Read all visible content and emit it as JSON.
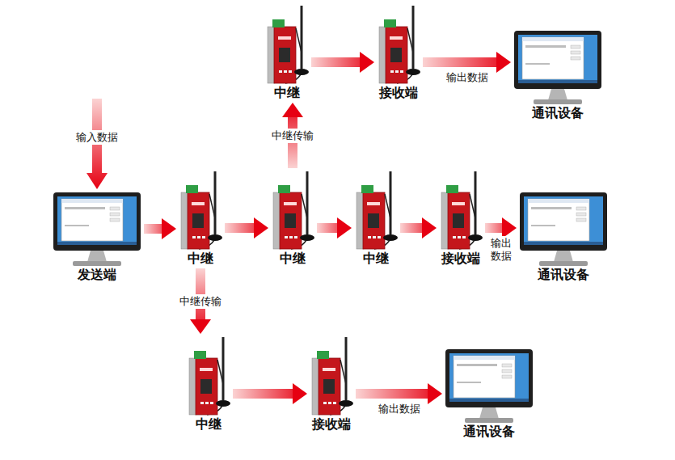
{
  "diagram": {
    "nodes": [
      {
        "text": [
          "中继"
        ]
      },
      {
        "text": [
          "接收端"
        ]
      },
      {
        "text": [
          "通讯设备"
        ]
      },
      {
        "text": [
          "发送端"
        ]
      },
      {
        "text": [
          "中继"
        ]
      },
      {
        "text": [
          "中继"
        ]
      },
      {
        "text": [
          "中继"
        ]
      },
      {
        "text": [
          "接收端"
        ]
      },
      {
        "text": [
          "通讯设备"
        ]
      },
      {
        "text": [
          "中继"
        ]
      },
      {
        "text": [
          "接收端"
        ]
      },
      {
        "text": [
          "通讯设备"
        ]
      }
    ],
    "edges": [
      {
        "from": 3,
        "to": 4,
        "arrow": "to"
      },
      {
        "from": 4,
        "to": 5,
        "arrow": "to"
      },
      {
        "from": 5,
        "to": 6,
        "arrow": "to"
      },
      {
        "from": 6,
        "to": 7,
        "arrow": "to"
      },
      {
        "from": 7,
        "to": 8,
        "label": "输出 数据",
        "arrow": "to"
      },
      {
        "from": 5,
        "to": 0,
        "label": "中继传输",
        "arrow": "to"
      },
      {
        "from": 0,
        "to": 1,
        "arrow": "to"
      },
      {
        "from": 1,
        "to": 2,
        "label": "输出数据",
        "arrow": "to"
      },
      {
        "from": 4,
        "to": 9,
        "label": "中继传输",
        "arrow": "to"
      },
      {
        "from": 9,
        "to": 10,
        "arrow": "to"
      },
      {
        "from": 10,
        "to": 11,
        "label": "输出数据",
        "arrow": "to"
      }
    ],
    "labels": [
      "输入数据"
    ]
  }
}
